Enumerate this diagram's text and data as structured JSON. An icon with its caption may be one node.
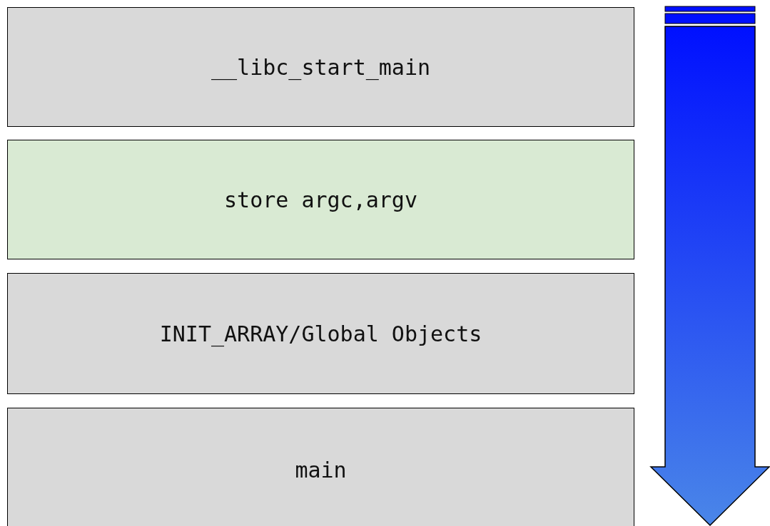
{
  "diagram": {
    "nodes": [
      {
        "text": [
          "__libc_start_main"
        ]
      },
      {
        "text": [
          "store argc,argv"
        ]
      },
      {
        "text": [
          "INIT_ARRAY/Global Objects"
        ]
      },
      {
        "text": [
          "main"
        ]
      }
    ]
  }
}
